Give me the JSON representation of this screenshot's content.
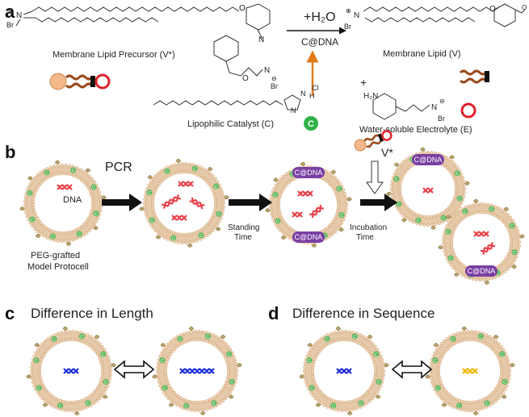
{
  "panels": {
    "a": "a",
    "b": "b",
    "c": "c",
    "d": "d"
  },
  "panel_a": {
    "reaction_reagent": "+H₂O",
    "reaction_condition": "C@DNA",
    "precursor_label": "Membrane Lipid Precursor (V*)",
    "lipid_label": "Membrane Lipid (V)",
    "plus": "+",
    "electrolyte_label": "Water-soluble Electrolyte (E)",
    "catalyst_label": "Lipophilic Catalyst (C)",
    "catalyst_badge": "C",
    "atoms": {
      "n_plus": "⊕",
      "n": "N",
      "br": "Br",
      "minus": "⊖",
      "o": "O",
      "cl": "Cl",
      "h": "H",
      "h2n": "H₂N"
    }
  },
  "panel_b": {
    "pcr": "PCR",
    "dna": "DNA",
    "standing_1": "Standing",
    "standing_2": "Time",
    "incubation_1": "Incubation",
    "incubation_2": "Time",
    "protocell_1": "PEG-grafted",
    "protocell_2": "Model Protocell",
    "cdna": "C@DNA",
    "v_star": "V*",
    "c_marker": "C"
  },
  "panel_c": {
    "title": "Difference in Length"
  },
  "panel_d": {
    "title": "Difference in Sequence"
  },
  "colors": {
    "bilayer": "#e6c9a8",
    "head": "#f1d6b8",
    "catalyst_green": "#5cb85c",
    "dna_red": "#e8414a",
    "dna_blue": "#1f2fd6",
    "dna_yellow": "#f2b705",
    "badge_purple": "#7a3fa3",
    "arrow_orange": "#e07b1a",
    "tail_brown": "#9c4a1c"
  }
}
